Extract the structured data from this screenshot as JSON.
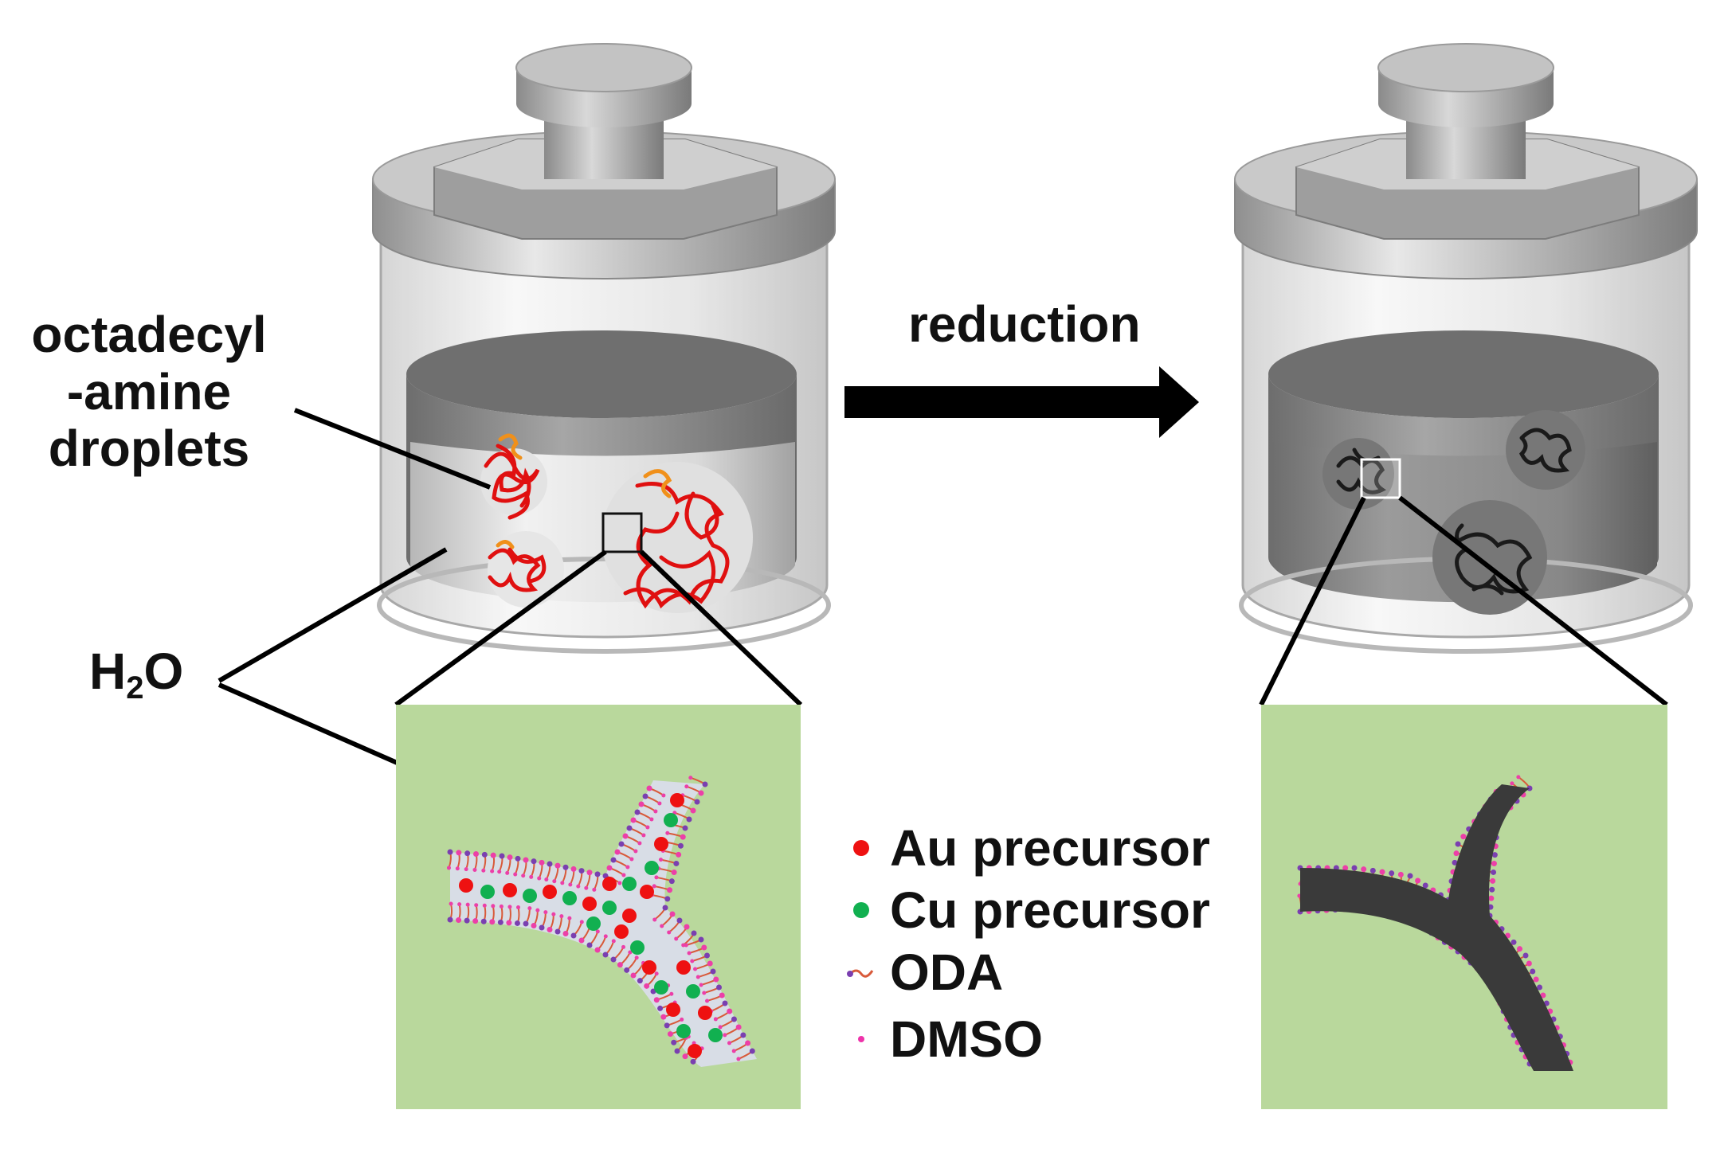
{
  "labels": {
    "droplets_line1": "octadecyl",
    "droplets_line2": "-amine",
    "droplets_line3": "droplets",
    "water_main": "H",
    "water_sub": "2",
    "water_end": "O",
    "arrow": "reduction"
  },
  "legend": [
    {
      "label": "Au precursor",
      "icon": "red-dot",
      "color": "#ee1111"
    },
    {
      "label": "Cu precursor",
      "icon": "green-dot",
      "color": "#11b050"
    },
    {
      "label": "ODA",
      "icon": "oda-molecule-icon",
      "color": "#cc3355"
    },
    {
      "label": "DMSO",
      "icon": "pink-dot",
      "color": "#ee33aa"
    }
  ],
  "colors": {
    "inset_background": "#b9d89c",
    "channel_fill": "#d8dde6",
    "metal_fill": "#3a3a3a",
    "tail_color": "#d85a3a",
    "head_color": "#ec3fa8",
    "head_color_2": "#7a3fb0"
  }
}
